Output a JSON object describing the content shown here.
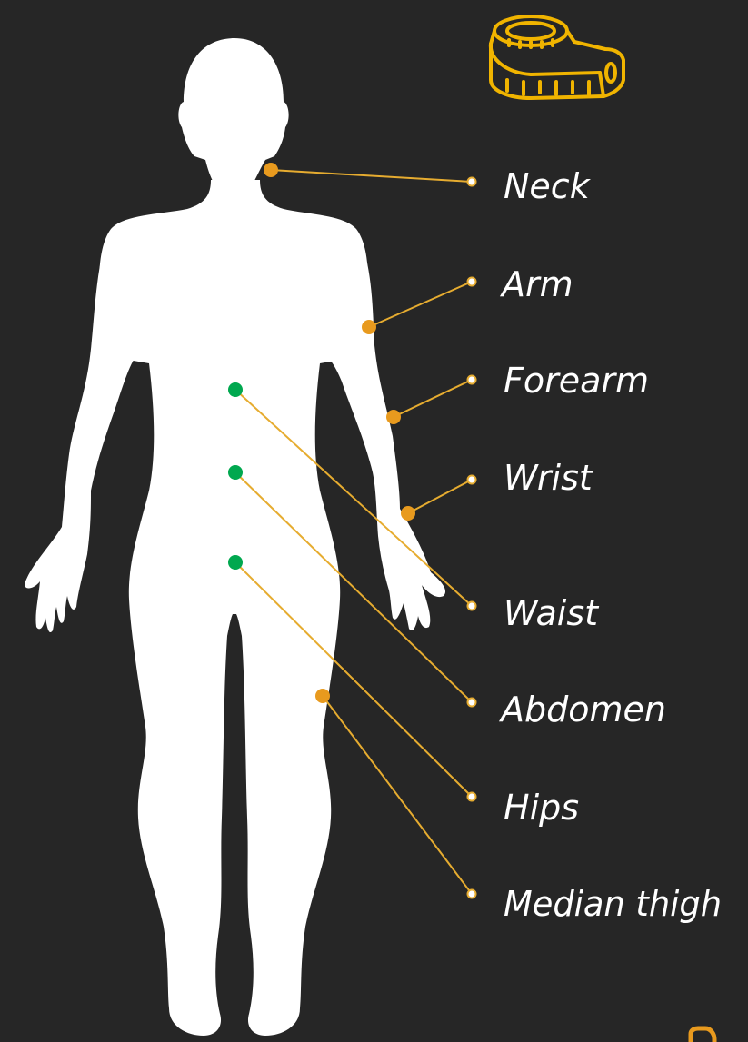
{
  "colors": {
    "background": "#262626",
    "silhouette": "#ffffff",
    "leader_line": "#e6ac30",
    "orange_marker": "#e89a1e",
    "green_marker": "#00a84f",
    "icon_stroke": "#f0b400"
  },
  "icon": "tape-measure-icon",
  "labels": [
    {
      "key": "neck",
      "text": "Neck",
      "marker": "orange"
    },
    {
      "key": "arm",
      "text": "Arm",
      "marker": "orange"
    },
    {
      "key": "forearm",
      "text": "Forearm",
      "marker": "orange"
    },
    {
      "key": "wrist",
      "text": "Wrist",
      "marker": "orange"
    },
    {
      "key": "waist",
      "text": "Waist",
      "marker": "green"
    },
    {
      "key": "abdomen",
      "text": "Abdomen",
      "marker": "green"
    },
    {
      "key": "hips",
      "text": "Hips",
      "marker": "green"
    },
    {
      "key": "median_thigh",
      "text": "Median thigh",
      "marker": "orange"
    }
  ]
}
